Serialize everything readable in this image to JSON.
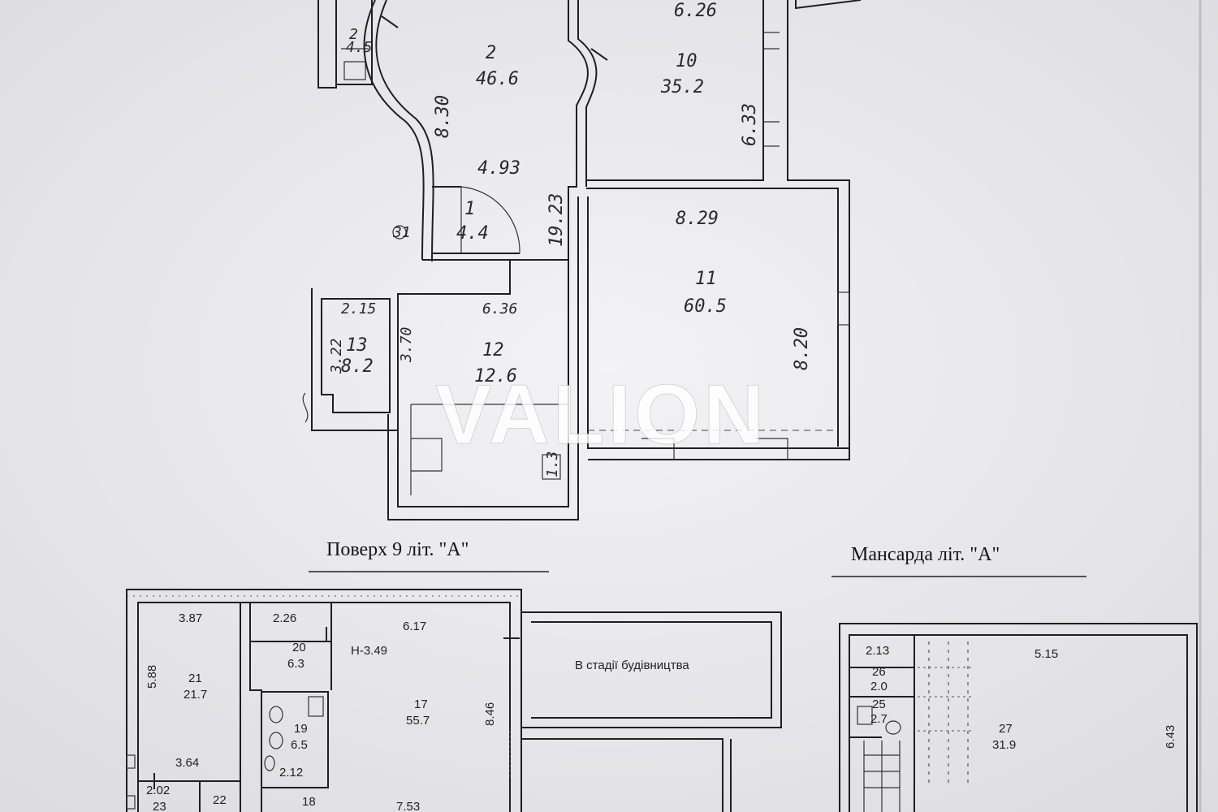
{
  "floor9": {
    "caption": "Поверх 9 літ. \"А\"",
    "rooms": [
      {
        "id": "room-2",
        "number": "2",
        "area": "46.6"
      },
      {
        "id": "room-10",
        "number": "10",
        "area": "35.2"
      },
      {
        "id": "room-1",
        "number": "1",
        "area": "4.4"
      },
      {
        "id": "room-11",
        "number": "11",
        "area": "60.5"
      },
      {
        "id": "room-13",
        "number": "13",
        "area": "8.2"
      },
      {
        "id": "room-12",
        "number": "12",
        "area": "12.6"
      },
      {
        "id": "room-small",
        "number": "2",
        "area": "4.5"
      }
    ],
    "dimensions": [
      "6.26",
      "8.30",
      "4.93",
      "6.33",
      "19.23",
      "8.29",
      "8.20",
      "2.15",
      "6.36",
      "3.22",
      "3.70"
    ],
    "marks": [
      "31",
      "1.3"
    ]
  },
  "attic": {
    "caption": "Мансарда літ. \"А\""
  },
  "lower": {
    "rooms": [
      {
        "id": "room-21",
        "number": "21",
        "area": "21.7"
      },
      {
        "id": "room-20",
        "number": "20",
        "area": "6.3"
      },
      {
        "id": "room-17",
        "number": "17",
        "area": "55.7"
      },
      {
        "id": "room-19",
        "number": "19",
        "area": "6.5"
      },
      {
        "id": "room-23",
        "number": "23"
      },
      {
        "id": "room-22",
        "number": "22"
      },
      {
        "id": "room-18",
        "number": "18"
      }
    ],
    "dimensions": [
      "3.87",
      "2.26",
      "6.17",
      "5.88",
      "8.46",
      "3.64",
      "2.12",
      "2.02",
      "7.53"
    ],
    "height": "H-3.49",
    "construction_label": "В стадії будівництва"
  },
  "attic_plan": {
    "rooms": [
      {
        "id": "room-26",
        "number": "26",
        "area": "2.0"
      },
      {
        "id": "room-25",
        "number": "25",
        "area": "2.7"
      },
      {
        "id": "room-27",
        "number": "27",
        "area": "31.9"
      }
    ],
    "dimensions": [
      "2.13",
      "5.15",
      "6.43"
    ]
  },
  "watermark": "VALION",
  "colors": {
    "paper": "#e9e9ec",
    "ink": "#1f1f1f"
  }
}
